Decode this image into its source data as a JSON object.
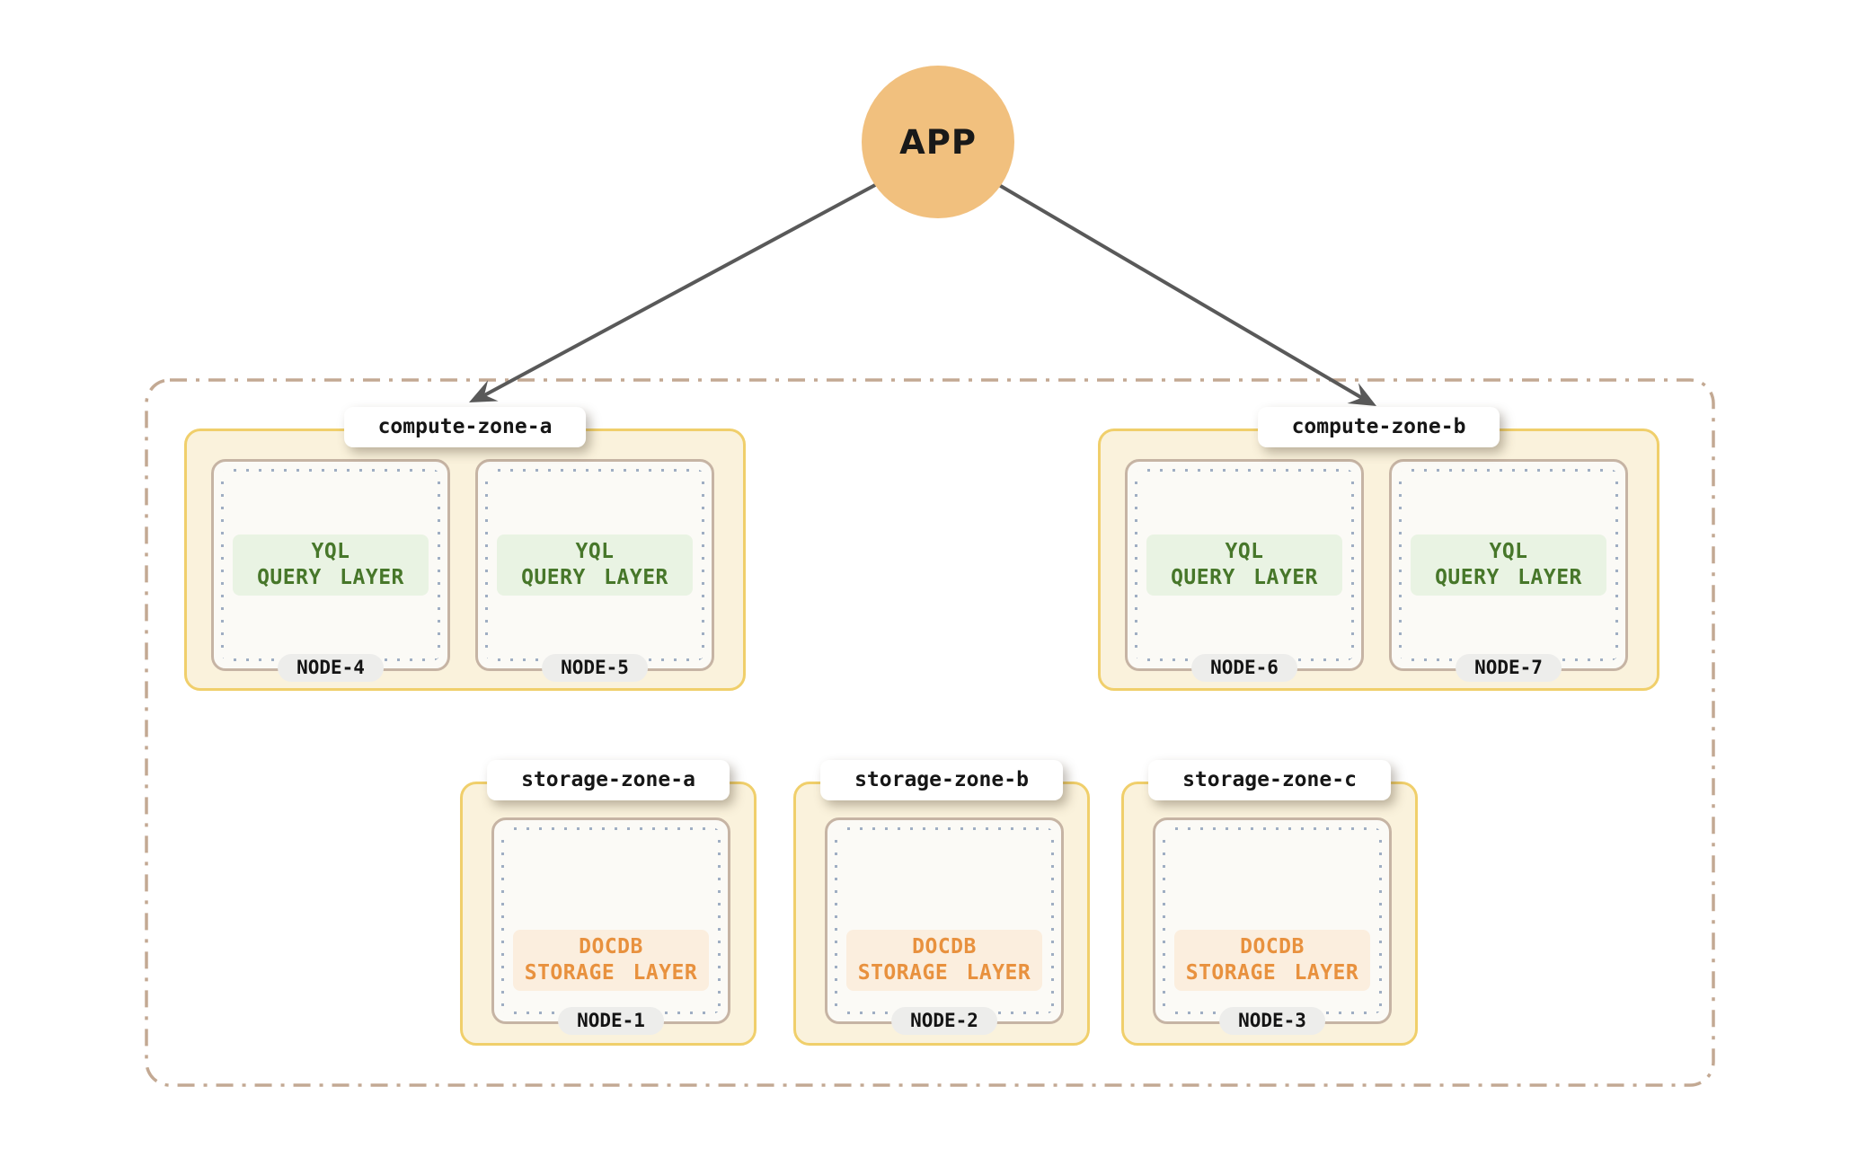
{
  "app": {
    "label": "APP"
  },
  "cluster": {
    "compute_zones": [
      {
        "label": "compute-zone-a",
        "nodes": [
          {
            "name": "NODE-4",
            "layer_line1": "YQL",
            "layer_line2": "QUERY LAYER"
          },
          {
            "name": "NODE-5",
            "layer_line1": "YQL",
            "layer_line2": "QUERY LAYER"
          }
        ]
      },
      {
        "label": "compute-zone-b",
        "nodes": [
          {
            "name": "NODE-6",
            "layer_line1": "YQL",
            "layer_line2": "QUERY LAYER"
          },
          {
            "name": "NODE-7",
            "layer_line1": "YQL",
            "layer_line2": "QUERY LAYER"
          }
        ]
      }
    ],
    "storage_zones": [
      {
        "label": "storage-zone-a",
        "nodes": [
          {
            "name": "NODE-1",
            "layer_line1": "DOCDB",
            "layer_line2": "STORAGE LAYER"
          }
        ]
      },
      {
        "label": "storage-zone-b",
        "nodes": [
          {
            "name": "NODE-2",
            "layer_line1": "DOCDB",
            "layer_line2": "STORAGE LAYER"
          }
        ]
      },
      {
        "label": "storage-zone-c",
        "nodes": [
          {
            "name": "NODE-3",
            "layer_line1": "DOCDB",
            "layer_line2": "STORAGE LAYER"
          }
        ]
      }
    ]
  },
  "palette": {
    "circle_fill": "#F1C07E",
    "arrow": "#595959",
    "boundary_dash": "#C3A993",
    "zone_border": "#F0CF6B",
    "zone_fill": "#FAF2DC",
    "node_border": "#C6B4A4",
    "node_fill": "#FBFAF6",
    "node_dots": "#9FAEC3",
    "compute_text": "#47772A",
    "compute_bg": "#E9F3E3",
    "storage_text": "#E8913E",
    "storage_bg": "#FBEEDE",
    "pill_bg": "#EDEDEB",
    "label_bg": "#FFFFFF"
  }
}
